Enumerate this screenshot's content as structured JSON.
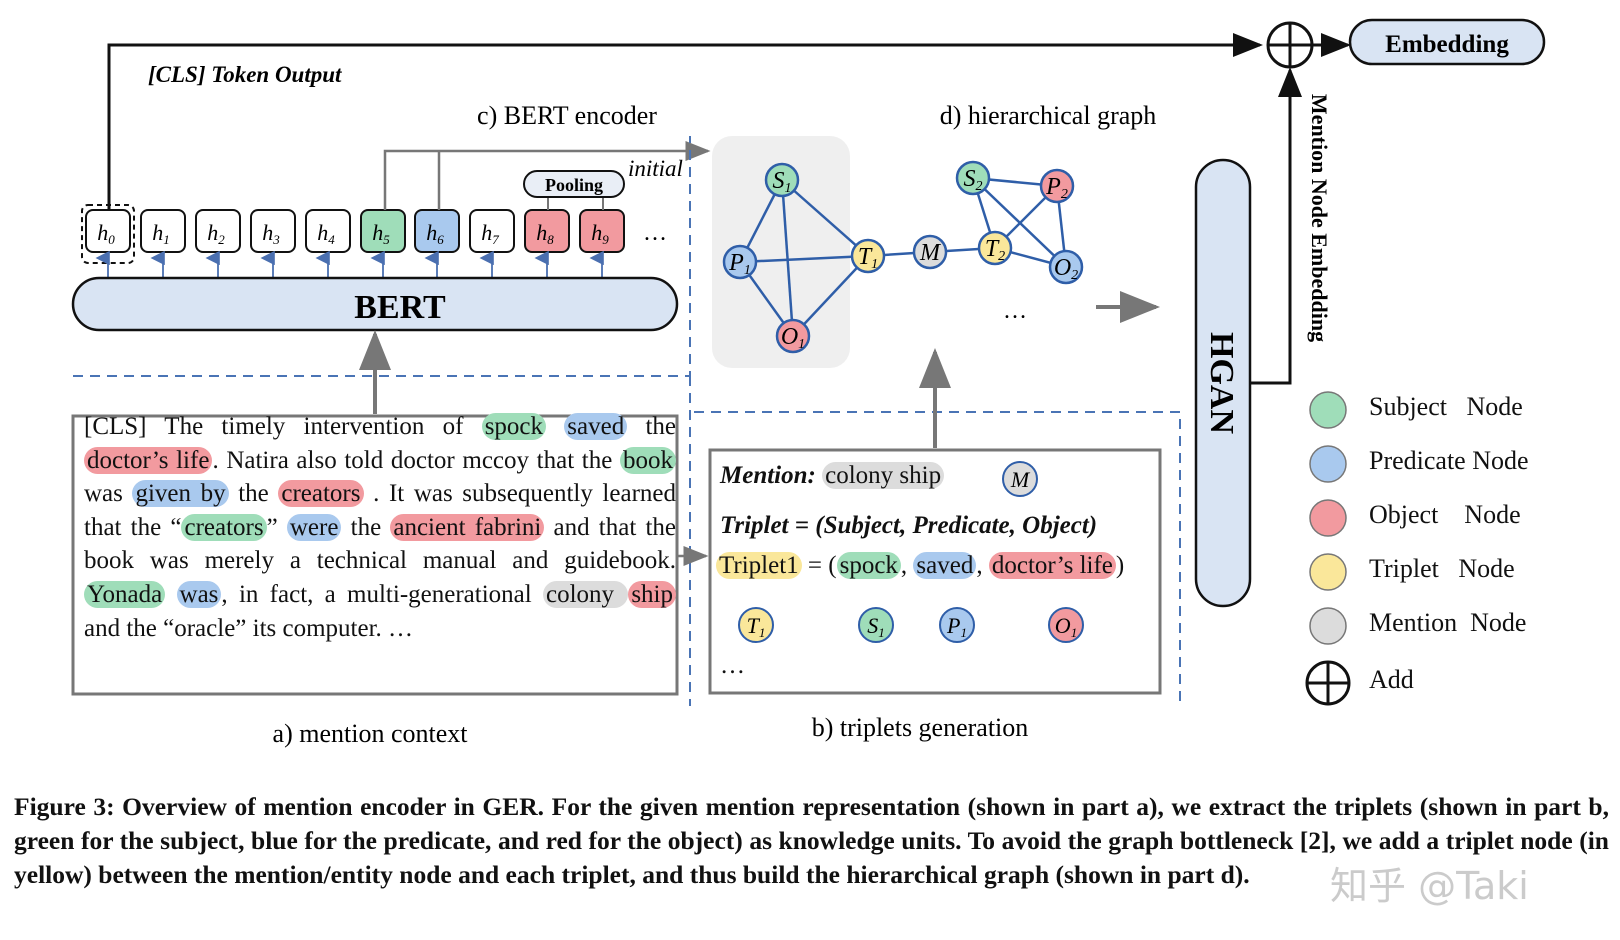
{
  "header": {
    "cls_token_output": "[CLS] Token Output",
    "embedding": "Embedding",
    "bert_encoder_title": "c) BERT encoder",
    "hier_graph_title": "d) hierarchical graph",
    "initial": "initial",
    "pooling": "Pooling",
    "bert": "BERT",
    "hgan": "HGAN",
    "mention_node_embedding": "Mention Node Embedding",
    "ellipsis": "…"
  },
  "tokens": [
    {
      "base": "h",
      "sub": "0",
      "color": "#ffffff"
    },
    {
      "base": "h",
      "sub": "1",
      "color": "#ffffff"
    },
    {
      "base": "h",
      "sub": "2",
      "color": "#ffffff"
    },
    {
      "base": "h",
      "sub": "3",
      "color": "#ffffff"
    },
    {
      "base": "h",
      "sub": "4",
      "color": "#ffffff"
    },
    {
      "base": "h",
      "sub": "5",
      "color": "#9fddb9"
    },
    {
      "base": "h",
      "sub": "6",
      "color": "#a9c9ee"
    },
    {
      "base": "h",
      "sub": "7",
      "color": "#ffffff"
    },
    {
      "base": "h",
      "sub": "8",
      "color": "#f29a9f"
    },
    {
      "base": "h",
      "sub": "9",
      "color": "#f29a9f"
    }
  ],
  "graph_nodes": [
    {
      "id": "S1",
      "base": "S",
      "sub": "1",
      "type": "subject"
    },
    {
      "id": "P1",
      "base": "P",
      "sub": "1",
      "type": "predicate"
    },
    {
      "id": "T1",
      "base": "T",
      "sub": "1",
      "type": "triplet"
    },
    {
      "id": "O1",
      "base": "O",
      "sub": "1",
      "type": "object"
    },
    {
      "id": "M",
      "base": "M",
      "sub": "",
      "type": "mention"
    },
    {
      "id": "S2",
      "base": "S",
      "sub": "2",
      "type": "subject"
    },
    {
      "id": "P2",
      "base": "P",
      "sub": "2",
      "type": "predicate_red"
    },
    {
      "id": "T2",
      "base": "T",
      "sub": "2",
      "type": "triplet"
    },
    {
      "id": "O2",
      "base": "O",
      "sub": "2",
      "type": "object_blue"
    }
  ],
  "graph_edges": [
    [
      "S1",
      "P1"
    ],
    [
      "S1",
      "T1"
    ],
    [
      "S1",
      "O1"
    ],
    [
      "P1",
      "T1"
    ],
    [
      "P1",
      "O1"
    ],
    [
      "T1",
      "O1"
    ],
    [
      "T1",
      "M"
    ],
    [
      "M",
      "T2"
    ],
    [
      "S2",
      "T2"
    ],
    [
      "S2",
      "P2"
    ],
    [
      "S2",
      "O2"
    ],
    [
      "P2",
      "T2"
    ],
    [
      "P2",
      "O2"
    ],
    [
      "T2",
      "O2"
    ]
  ],
  "node_colors": {
    "subject": "#9fddb9",
    "predicate": "#a9c9ee",
    "object": "#f29a9f",
    "triplet": "#fae79a",
    "mention": "#dcdcdc",
    "edge": "#2f5ea8"
  },
  "context": {
    "segments": [
      {
        "t": "[CLS] The timely intervention of ",
        "hl": ""
      },
      {
        "t": "spock",
        "hl": "green"
      },
      {
        "t": " ",
        "hl": ""
      },
      {
        "t": "saved",
        "hl": "blue"
      },
      {
        "t": " the ",
        "hl": ""
      },
      {
        "t": "doctor’s life",
        "hl": "red"
      },
      {
        "t": ". Natira also told doctor mccoy that the ",
        "hl": ""
      },
      {
        "t": "book",
        "hl": "green"
      },
      {
        "t": " was ",
        "hl": ""
      },
      {
        "t": "given by",
        "hl": "blue"
      },
      {
        "t": " the ",
        "hl": ""
      },
      {
        "t": "creators",
        "hl": "red"
      },
      {
        "t": " . It was subsequently learned that the “",
        "hl": ""
      },
      {
        "t": "creators",
        "hl": "green"
      },
      {
        "t": "” ",
        "hl": ""
      },
      {
        "t": "were",
        "hl": "blue"
      },
      {
        "t": " the ",
        "hl": ""
      },
      {
        "t": "ancient fabrini",
        "hl": "red"
      },
      {
        "t": " and that the book was merely a technical manual and guidebook. ",
        "hl": ""
      },
      {
        "t": "Yonada",
        "hl": "green"
      },
      {
        "t": " ",
        "hl": ""
      },
      {
        "t": "was",
        "hl": "blue"
      },
      {
        "t": ", in fact, a multi-generational ",
        "hl": ""
      },
      {
        "t": "colony ",
        "hl": "gray"
      },
      {
        "t": "ship",
        "hl": "red"
      },
      {
        "t": " and the “oracle” its computer. …",
        "hl": ""
      }
    ]
  },
  "triplets": {
    "mention_label": "Mention",
    "mention_sep": ":",
    "mention_value": "colony ship",
    "mention_node": "M",
    "triplet_def": "Triplet = (Subject, Predicate, Object)",
    "triplet1_label": "Triplet1",
    "eq": " = (",
    "subj": "spock",
    "comma1": ", ",
    "pred": "saved",
    "comma2": ", ",
    "obj": "doctor’s life",
    "close": ")",
    "ellipsis": "…"
  },
  "labels": {
    "mention_context": "a) mention context",
    "triplets_generation": "b) triplets generation"
  },
  "legend": [
    {
      "label": "Subject   Node",
      "color": "#9fddb9",
      "icon": "circle"
    },
    {
      "label": "Predicate Node",
      "color": "#a9c9ee",
      "icon": "circle"
    },
    {
      "label": "Object    Node",
      "color": "#f29a9f",
      "icon": "circle"
    },
    {
      "label": "Triplet   Node",
      "color": "#fae79a",
      "icon": "circle"
    },
    {
      "label": "Mention  Node",
      "color": "#dcdcdc",
      "icon": "circle"
    },
    {
      "label": "Add",
      "color": "#ffffff",
      "icon": "add-icon"
    }
  ],
  "caption": "Figure 3: Overview of mention encoder in GER. For the given mention representation (shown in part a), we extract the triplets (shown in part b, green for the subject, blue for the predicate, and red for the object) as knowledge units. To avoid the graph bottleneck [2], we add a triplet node (in yellow) between the mention/entity node and each triplet, and thus build the hierarchical graph (shown in part d).",
  "watermark": "知乎 @Taki"
}
